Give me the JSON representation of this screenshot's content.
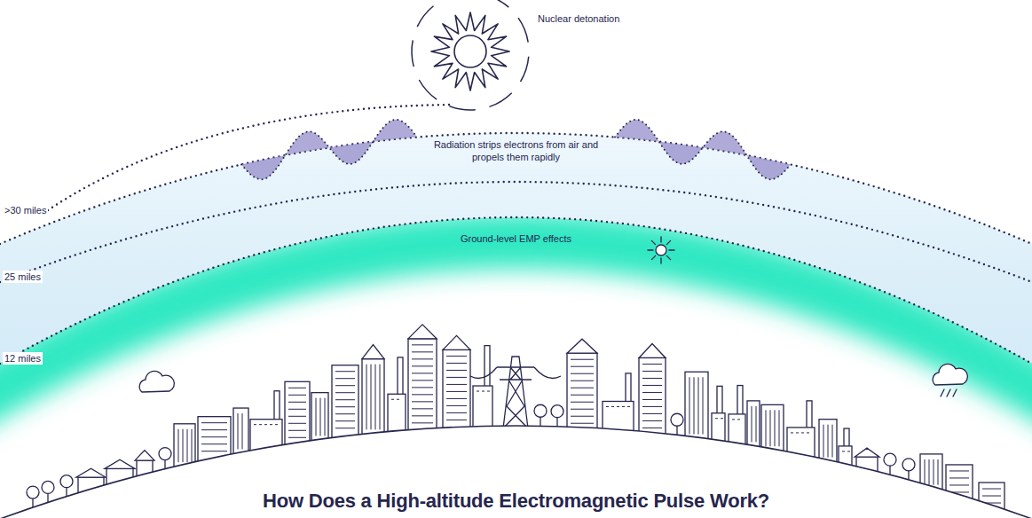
{
  "diagram": {
    "title": "How Does a High-altitude Electromagnetic Pulse Work?",
    "labels": [
      "Nuclear detonation",
      ">30 miles",
      "Radiation strips electrons from air and propels them rapidly",
      "25 miles",
      "Ground-level EMP effects",
      "12 miles"
    ]
  }
}
